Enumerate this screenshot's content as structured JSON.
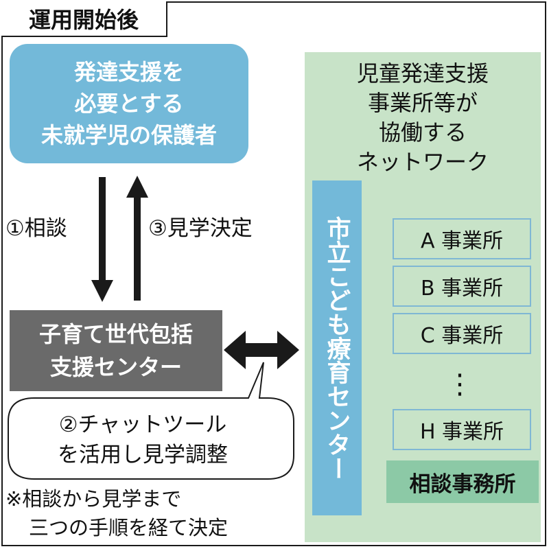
{
  "title": "運用開始後",
  "guardian": {
    "lines": [
      "発達支援を",
      "必要とする",
      "未就学児の保護者"
    ]
  },
  "flow": {
    "step1": "①相談",
    "step3": "③見学決定"
  },
  "support_center": {
    "lines": [
      "子育て世代包括",
      "支援センター"
    ]
  },
  "chat_callout": {
    "lines": [
      "②チャットツール",
      "を活用し見学調整"
    ]
  },
  "note": {
    "lines": [
      "※相談から見学まで",
      "三つの手順を経て決定"
    ]
  },
  "network": {
    "lines": [
      "児童発達支援",
      "事業所等が",
      "協働する",
      "ネットワーク"
    ],
    "city_center": "市立こども療育センター",
    "offices": [
      "A 事業所",
      "B 事業所",
      "C 事業所",
      "H 事業所"
    ],
    "ellipsis": "⋮",
    "consultation_office": "相談事務所"
  },
  "colors": {
    "blue": "#73b9d9",
    "green_panel": "#c8e3c8",
    "gray_box": "#6a6a6a",
    "teal_box": "#8cc9a6"
  }
}
